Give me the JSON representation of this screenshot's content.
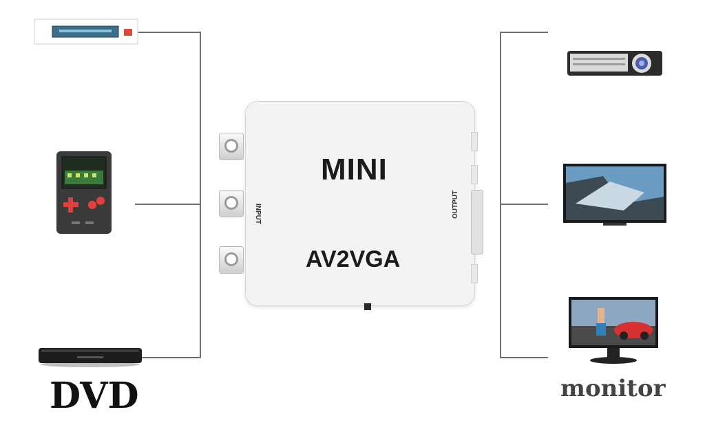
{
  "adapter": {
    "brand": "MINI",
    "model": "AV2VGA",
    "input_label": "INPUT",
    "output_label": "OUTPUT"
  },
  "devices": {
    "left": [
      "set-top-box",
      "handheld-game-console",
      "dvd-player"
    ],
    "right": [
      "projector",
      "tv",
      "monitor"
    ]
  },
  "captions": {
    "left": "DVD",
    "right": "monitor"
  }
}
